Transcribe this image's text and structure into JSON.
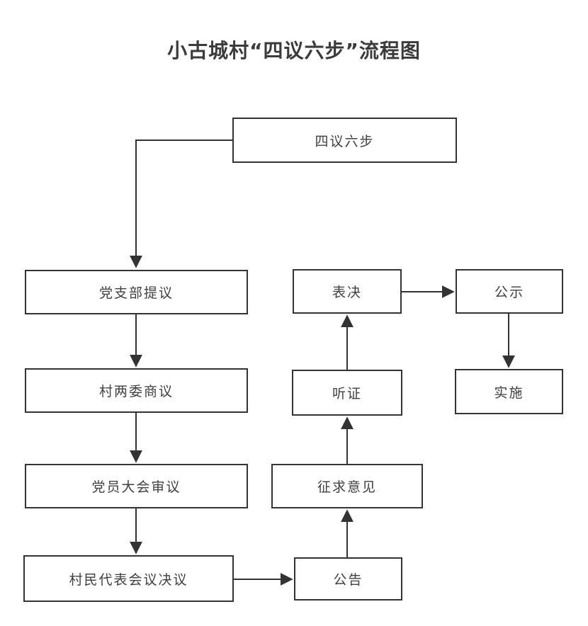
{
  "title": "小古城村“四议六步”流程图",
  "nodes": {
    "root": {
      "label": "四议六步"
    },
    "propose": {
      "label": "党支部提议"
    },
    "discuss": {
      "label": "村两委商议"
    },
    "review": {
      "label": "党员大会审议"
    },
    "resolution": {
      "label": "村民代表会议决议"
    },
    "announce": {
      "label": "公告"
    },
    "solicit": {
      "label": "征求意见"
    },
    "hearing": {
      "label": "听证"
    },
    "vote": {
      "label": "表决"
    },
    "publicity": {
      "label": "公示"
    },
    "implement": {
      "label": "实施"
    }
  },
  "edges": [
    {
      "from": "四议六步",
      "to": "党支部提议"
    },
    {
      "from": "党支部提议",
      "to": "村两委商议"
    },
    {
      "from": "村两委商议",
      "to": "党员大会审议"
    },
    {
      "from": "党员大会审议",
      "to": "村民代表会议决议"
    },
    {
      "from": "村民代表会议决议",
      "to": "公告"
    },
    {
      "from": "公告",
      "to": "征求意见"
    },
    {
      "from": "征求意见",
      "to": "听证"
    },
    {
      "from": "听证",
      "to": "表决"
    },
    {
      "from": "表决",
      "to": "公示"
    },
    {
      "from": "公示",
      "to": "实施"
    }
  ],
  "colors": {
    "border": "#333333",
    "text": "#3f3f3f",
    "title": "#3b3b3b",
    "background": "#ffffff"
  }
}
